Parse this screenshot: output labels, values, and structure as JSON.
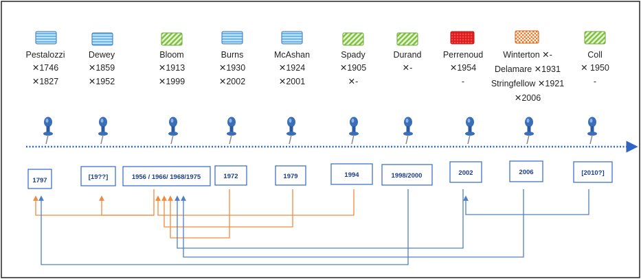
{
  "persons": [
    {
      "key": "pestalozzi",
      "name": "Pestalozzi",
      "birth": "✕1746",
      "death": "✕1827",
      "pattern": "blue"
    },
    {
      "key": "dewey",
      "name": "Dewey",
      "birth": "✕1859",
      "death": "✕1952",
      "pattern": "blue"
    },
    {
      "key": "bloom",
      "name": "Bloom",
      "birth": "✕1913",
      "death": "✕1999",
      "pattern": "green"
    },
    {
      "key": "burns",
      "name": "Burns",
      "birth": "✕1930",
      "death": "✕2002",
      "pattern": "blue"
    },
    {
      "key": "mcashan",
      "name": "McAshan",
      "birth": "✕1924",
      "death": "✕2001",
      "pattern": "blue"
    },
    {
      "key": "spady",
      "name": "Spady",
      "birth": "✕1905",
      "death": "✕-",
      "pattern": "green"
    },
    {
      "key": "durand",
      "name": "Durand",
      "birth": "✕-",
      "death": "",
      "pattern": "green"
    },
    {
      "key": "perrenoud",
      "name": "Perrenoud",
      "birth": "✕1954",
      "death": "-",
      "pattern": "red"
    },
    {
      "key": "winterton",
      "name": "Winterton ✕-",
      "line2": "Delamare ✕1931",
      "line3": "Stringfellow ✕1921",
      "death": "✕2006",
      "pattern": "orange"
    },
    {
      "key": "coll",
      "name": "Coll",
      "birth": "✕ 1950",
      "death": "-",
      "pattern": "green"
    }
  ],
  "years": [
    {
      "key": "1797",
      "label": "1797"
    },
    {
      "key": "19xx",
      "label": "[19??]"
    },
    {
      "key": "1956",
      "label": "1956 / 1966/ 1968/1975"
    },
    {
      "key": "1972",
      "label": "1972"
    },
    {
      "key": "1979",
      "label": "1979"
    },
    {
      "key": "1994",
      "label": "1994"
    },
    {
      "key": "1998",
      "label": "1998/2000"
    },
    {
      "key": "2002",
      "label": "2002"
    },
    {
      "key": "2006",
      "label": "2006"
    },
    {
      "key": "2010",
      "label": "[2010?]"
    }
  ],
  "colors": {
    "blue": "#4f7fc4",
    "orange": "#f08a3c",
    "pin": "#3a6fb8",
    "timeline": "#2f66c4"
  }
}
